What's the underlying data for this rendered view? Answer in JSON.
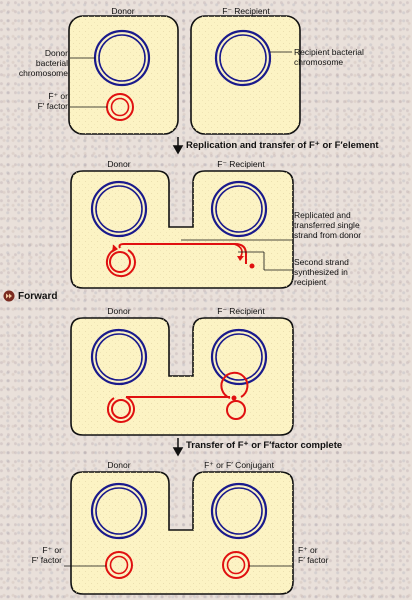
{
  "panel1": {
    "donor_label": "Donor",
    "recipient_label": "F⁻ Recipient",
    "donor_chromosome_label": "Donor\nbacterial\nchromosome",
    "factor_label": "F⁺ or\nF′ factor",
    "recipient_chromosome_label": "Recipient bacterial\nchromosome"
  },
  "step1": "Replication and transfer of F⁺ or F′element",
  "panel2": {
    "donor_label": "Donor",
    "recipient_label": "F⁻ Recipient",
    "replicated_label": "Replicated and\ntransferred single\nstrand from donor",
    "second_strand_label": "Second strand\nsynthesized in\nrecipient"
  },
  "nav": {
    "forward_label": "Forward"
  },
  "panel3": {
    "donor_label": "Donor",
    "recipient_label": "F⁻ Recipient"
  },
  "step2": "Transfer of F⁺ or F′factor complete",
  "panel4": {
    "donor_label": "Donor",
    "conjugant_label": "F⁺ or F′ Conjugant",
    "left_factor_label": "F⁺ or\nF′ factor",
    "right_factor_label": "F⁺ or\nF′ factor"
  },
  "colors": {
    "cell_fill": "#fcf3c4",
    "chromosome_blue": "#1a1a8c",
    "factor_red": "#e01010"
  }
}
